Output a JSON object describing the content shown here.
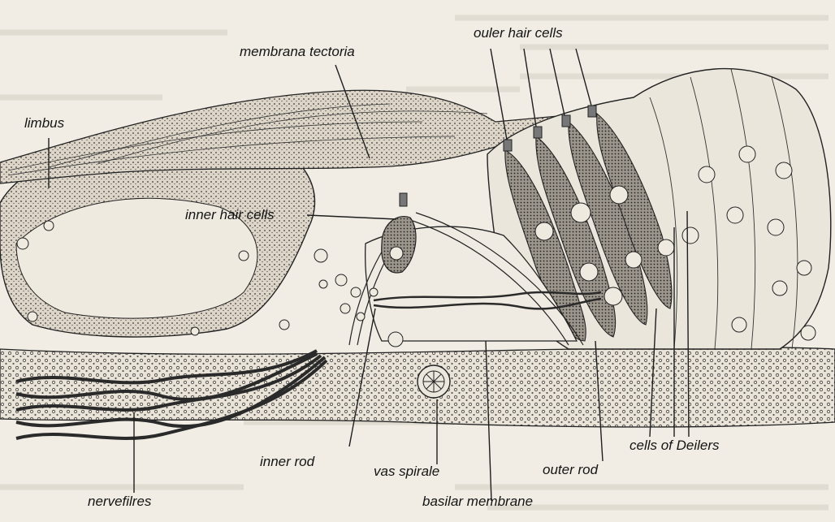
{
  "labels": {
    "membrana_tectoria": "membrana tectoria",
    "outer_hair_cells": "ouler hair cells",
    "limbus": "limbus",
    "inner_hair_cells": "inner hair cells",
    "vas_spirale": "vas spirale",
    "inner_rod": "inner rod",
    "outer_rod": "outer rod",
    "cells_of_deilers": "cells of Deilers",
    "nervefilres": "nervefilres",
    "basilar_membrane": "basilar membrane"
  },
  "colors": {
    "paper": "#f1ede4",
    "ink": "#1e1e1e",
    "stipple": "#d9d3c6"
  }
}
